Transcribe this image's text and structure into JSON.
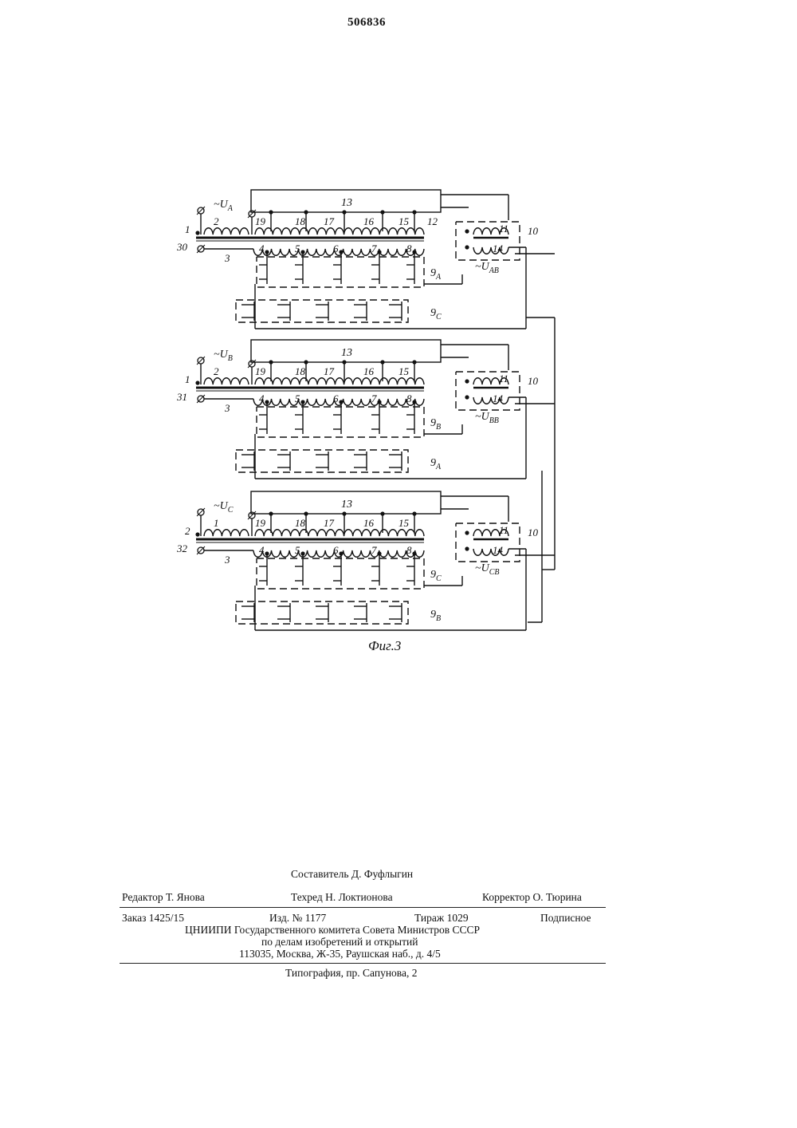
{
  "header": {
    "patent_number": "506836"
  },
  "figure": {
    "caption": "Фиг.3",
    "blocks": [
      {
        "id": "A",
        "control_label": "13",
        "voltage_label": "~U_A",
        "output_label": "~U_AB",
        "left_labels": [
          "1",
          "2",
          "30",
          "3"
        ],
        "tap_labels": [
          "19",
          "18",
          "17",
          "16",
          "15",
          "12"
        ],
        "switch_labels": [
          "4",
          "5",
          "6",
          "7",
          "8"
        ],
        "group_labels": [
          "9_A",
          "9_C"
        ],
        "aux_labels": [
          "11",
          "10",
          "14"
        ]
      },
      {
        "id": "B",
        "control_label": "13",
        "voltage_label": "~U_B",
        "output_label": "~U_BB",
        "left_labels": [
          "1",
          "2",
          "31",
          "3"
        ],
        "tap_labels": [
          "19",
          "18",
          "17",
          "16",
          "15"
        ],
        "switch_labels": [
          "4",
          "5",
          "6",
          "7",
          "8"
        ],
        "group_labels": [
          "9_B",
          "9_A"
        ],
        "aux_labels": [
          "11",
          "10",
          "14"
        ]
      },
      {
        "id": "C",
        "control_label": "13",
        "voltage_label": "~U_C",
        "output_label": "~U_CB",
        "left_labels": [
          "2",
          "1",
          "32",
          "3"
        ],
        "tap_labels": [
          "19",
          "18",
          "17",
          "16",
          "15"
        ],
        "switch_labels": [
          "4",
          "5",
          "6",
          "7",
          "8"
        ],
        "group_labels": [
          "9_C",
          "9_B"
        ],
        "aux_labels": [
          "11",
          "10",
          "14"
        ]
      }
    ]
  },
  "colophon": {
    "compiler": "Составитель Д. Фуфлыгин",
    "editor": "Редактор Т. Янова",
    "techred": "Техред Н. Локтионова",
    "corrector": "Корректор О. Тюрина",
    "order": "Заказ 1425/15",
    "edition": "Изд. № 1177",
    "circulation": "Тираж 1029",
    "subscription": "Подписное",
    "org_line1": "ЦНИИПИ Государственного комитета Совета Министров СССР",
    "org_line2": "по делам изобретений и открытий",
    "address": "113035, Москва, Ж-35, Раушская наб., д. 4/5",
    "printer": "Типография, пр. Сапунова, 2"
  }
}
